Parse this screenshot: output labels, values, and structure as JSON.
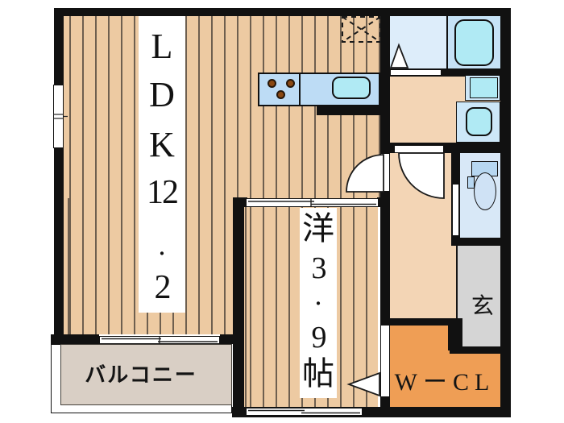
{
  "floorplan": {
    "type": "apartment-floorplan",
    "rooms": {
      "ldk": {
        "name_chars": [
          "L",
          "D",
          "K",
          "12",
          "・",
          "2"
        ],
        "full_label": "LDK12・2",
        "size_tatami": 12.2,
        "floor": "wood-plank"
      },
      "western_room": {
        "name_chars": [
          "洋",
          "3",
          "・",
          "9",
          "帖"
        ],
        "full_label": "洋3・9帖",
        "size_tatami": 3.9,
        "floor": "wood-plank"
      },
      "balcony": {
        "label": "バルコニー"
      },
      "entrance": {
        "label": "玄"
      },
      "walk_in_closet": {
        "label": "WーCL"
      },
      "hall": {
        "label": ""
      },
      "washroom": {
        "label": ""
      },
      "bathroom": {
        "label": ""
      },
      "toilet_room": {
        "label": ""
      }
    },
    "fixtures": [
      "kitchen-counter",
      "gas-stove-3-burners",
      "kitchen-sink",
      "refrigerator-space-dashed",
      "bathtub",
      "bathroom-folding-door",
      "washing-machine-pan",
      "washbasin",
      "toilet",
      "sliding-doors",
      "hinged-doors",
      "windows"
    ],
    "colors": {
      "wall": "#111111",
      "wood_floor": "#edcaa2",
      "plank_line": "#6e5f4f",
      "hall_floor": "#f3d5b5",
      "bath_floor": "#ddedfa",
      "fixture_panel": "#cde7f8",
      "fixture_fill": "#b0eaf4",
      "toilet_floor": "#d8e8f7",
      "entrance_gray": "#d5d5d5",
      "balcony_floor": "#d9cfc5",
      "closet_orange": "#ef9e55",
      "burner_brown": "#8a4812",
      "background": "#ffffff"
    }
  }
}
